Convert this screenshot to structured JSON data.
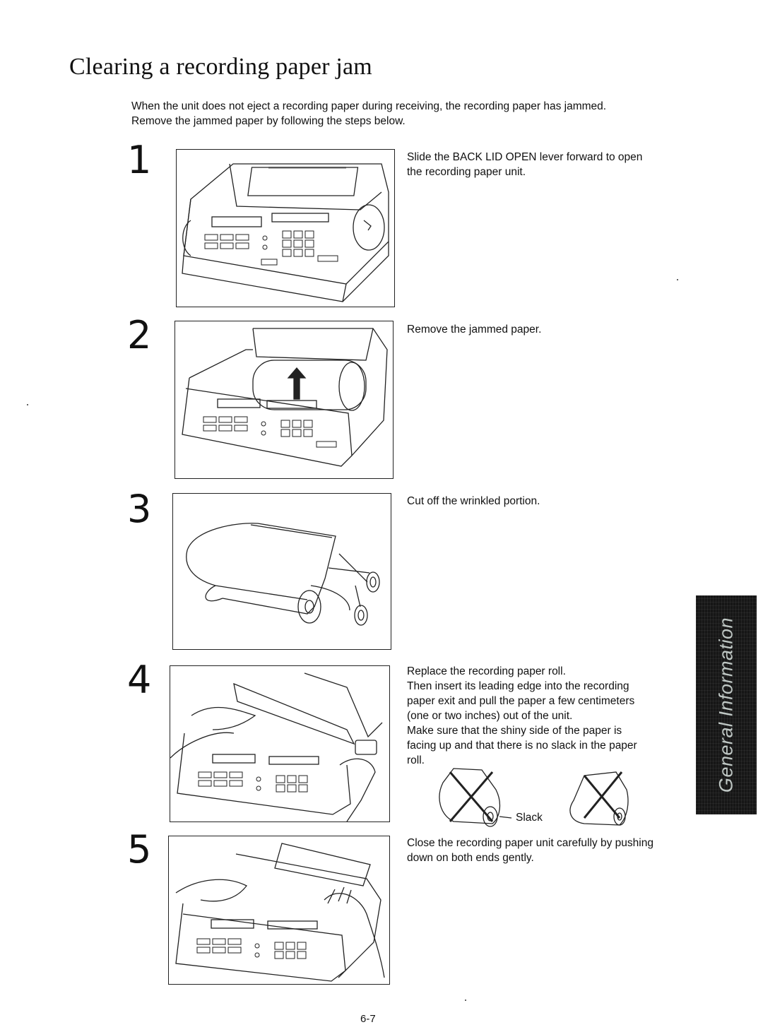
{
  "page": {
    "title": "Clearing a recording paper jam",
    "intro_line1": "When the unit does not eject a recording paper during receiving, the recording paper has jammed.",
    "intro_line2": "Remove the jammed paper by following the steps below.",
    "page_number": "6-7",
    "side_tab": "General Information"
  },
  "steps": [
    {
      "number": "1",
      "lines": [
        "Slide the BACK LID OPEN lever forward to open",
        "the recording paper unit."
      ]
    },
    {
      "number": "2",
      "lines": [
        "Remove the jammed paper."
      ]
    },
    {
      "number": "3",
      "lines": [
        "Cut off the wrinkled portion."
      ]
    },
    {
      "number": "4",
      "lines": [
        "Replace the recording paper roll.",
        "Then insert its leading edge into the recording",
        "paper exit and pull the paper a few centimeters",
        "(one or two inches) out of the unit.",
        "Make sure that the shiny side of the paper is",
        "facing up and that there is no slack in the paper",
        "roll."
      ],
      "slack_label": "Slack"
    },
    {
      "number": "5",
      "lines": [
        "Close the recording paper unit carefully by pushing",
        "down on both ends gently."
      ]
    }
  ],
  "colors": {
    "text": "#111111",
    "tab_bg": "#161616",
    "tab_text": "#bfc7c4"
  },
  "icons": {
    "step1": "fax-machine-illustration",
    "step2": "fax-open-lid-illustration",
    "step3": "scissors-paper-roll-illustration",
    "step4": "hands-insert-roll-illustration",
    "step5": "hands-close-lid-illustration",
    "slack": "crossed-out-roll-illustration"
  }
}
